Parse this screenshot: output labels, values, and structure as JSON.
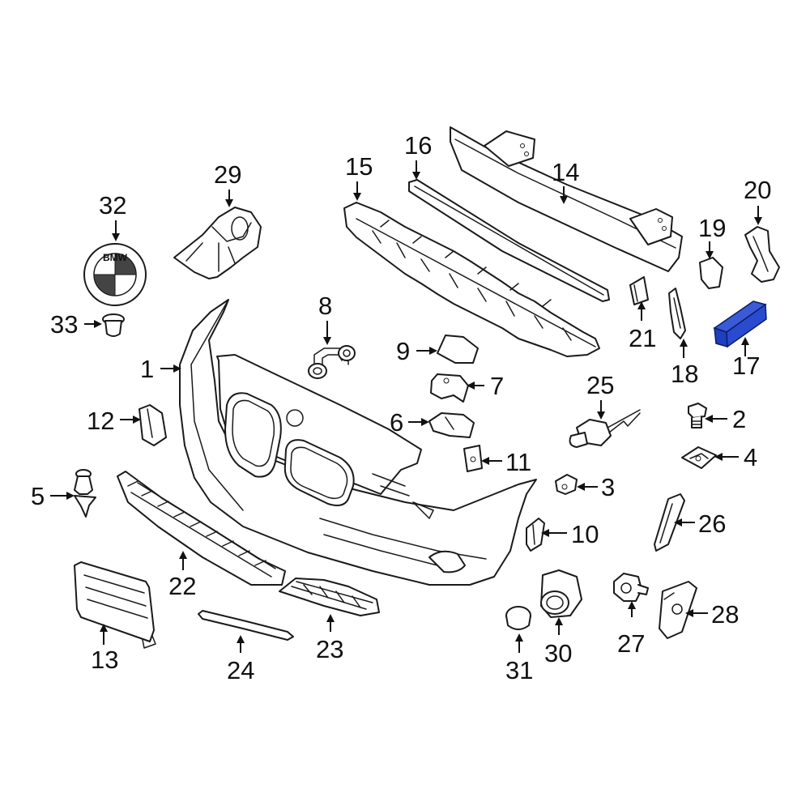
{
  "diagram": {
    "highlight_color": "#1f3fbf",
    "line_color": "#111111",
    "logo_text": "BMW",
    "callouts": [
      {
        "id": "1",
        "label": "1"
      },
      {
        "id": "2",
        "label": "2"
      },
      {
        "id": "3",
        "label": "3"
      },
      {
        "id": "4",
        "label": "4"
      },
      {
        "id": "5",
        "label": "5"
      },
      {
        "id": "6",
        "label": "6"
      },
      {
        "id": "7",
        "label": "7"
      },
      {
        "id": "8",
        "label": "8"
      },
      {
        "id": "9",
        "label": "9"
      },
      {
        "id": "10",
        "label": "10"
      },
      {
        "id": "11",
        "label": "11"
      },
      {
        "id": "12",
        "label": "12"
      },
      {
        "id": "13",
        "label": "13"
      },
      {
        "id": "14",
        "label": "14"
      },
      {
        "id": "15",
        "label": "15"
      },
      {
        "id": "16",
        "label": "16"
      },
      {
        "id": "17",
        "label": "17",
        "highlighted": true
      },
      {
        "id": "18",
        "label": "18"
      },
      {
        "id": "19",
        "label": "19"
      },
      {
        "id": "20",
        "label": "20"
      },
      {
        "id": "21",
        "label": "21"
      },
      {
        "id": "22",
        "label": "22"
      },
      {
        "id": "23",
        "label": "23"
      },
      {
        "id": "24",
        "label": "24"
      },
      {
        "id": "25",
        "label": "25"
      },
      {
        "id": "26",
        "label": "26"
      },
      {
        "id": "27",
        "label": "27"
      },
      {
        "id": "28",
        "label": "28"
      },
      {
        "id": "29",
        "label": "29"
      },
      {
        "id": "30",
        "label": "30"
      },
      {
        "id": "31",
        "label": "31"
      },
      {
        "id": "32",
        "label": "32"
      },
      {
        "id": "33",
        "label": "33"
      }
    ]
  }
}
